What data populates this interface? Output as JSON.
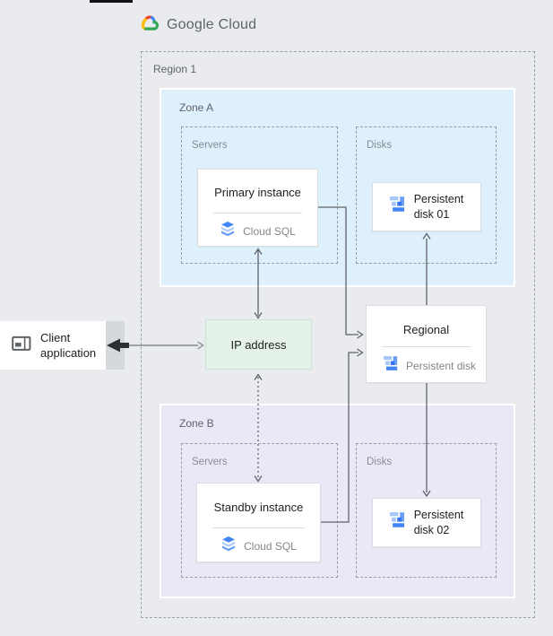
{
  "header": {
    "brand": "Google Cloud"
  },
  "region": {
    "label": "Region 1"
  },
  "zone_a": {
    "label": "Zone A",
    "servers_label": "Servers",
    "disks_label": "Disks"
  },
  "zone_b": {
    "label": "Zone B",
    "servers_label": "Servers",
    "disks_label": "Disks"
  },
  "cards": {
    "client": {
      "line1": "Client",
      "line2": "application"
    },
    "ip": {
      "label": "IP address"
    },
    "primary": {
      "title": "Primary instance",
      "product": "Cloud SQL"
    },
    "standby": {
      "title": "Standby instance",
      "product": "Cloud SQL"
    },
    "regional": {
      "title": "Regional",
      "product": "Persistent disk"
    },
    "disk01": {
      "line1": "Persistent",
      "line2": "disk 01"
    },
    "disk02": {
      "line1": "Persistent",
      "line2": "disk 02"
    }
  },
  "icons": {
    "brand": "google-cloud-logo",
    "database": "cloud-sql-icon",
    "disk": "persistent-disk-icon",
    "client": "client-window-icon"
  },
  "colors": {
    "page_background": "#e9ebee",
    "zone_a_bg": "#def0fb",
    "zone_b_bg": "#ece7f6",
    "ip_bg": "#e4f2e9",
    "connector": "#5f6368",
    "card_border": "#dadce0",
    "google_blue": "#4285f4",
    "google_red": "#ea4335",
    "google_yellow": "#fbbc04",
    "google_green": "#34a853",
    "disk_icon_light": "#a6c8fa",
    "disk_icon_medium": "#679df6",
    "disk_icon_dark": "#3574f0"
  }
}
